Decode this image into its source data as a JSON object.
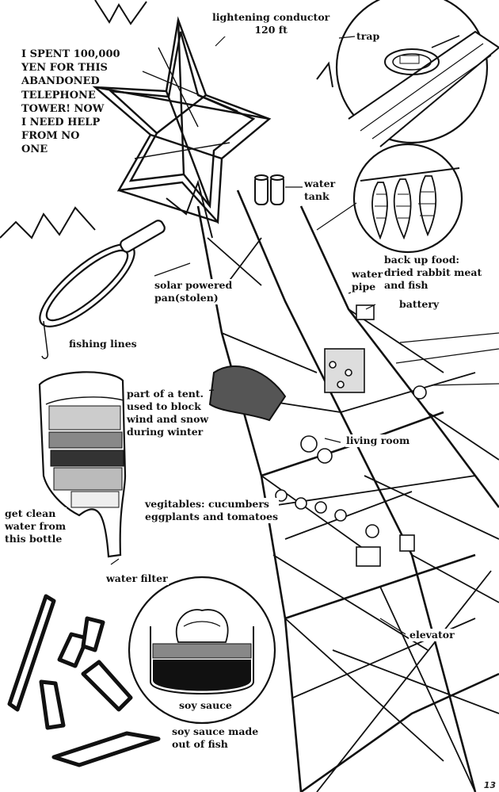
{
  "narration": "I SPENT 100,000\nYEN FOR THIS\nABANDONED\nTELEPHONE\nTOWER! NOW\nI NEED HELP\nFROM NO\nONE",
  "labels": {
    "lightening_conductor": "lightening conductor\n120 ft",
    "trap": "trap",
    "water_tank": "water\ntank",
    "backup_food": "back up food:\ndried rabbit meat\nand fish",
    "water_pipe": "water\npipe",
    "battery": "battery",
    "solar_pan": "solar powered\npan(stolen)",
    "fishing_lines": "fishing lines",
    "tent": "part of a tent.\nused to block\nwind and snow\nduring winter",
    "living_room": "living room",
    "vegetables": "vegitables: cucumbers\neggplants and tomatoes",
    "clean_water": "get clean\nwater from\nthis bottle",
    "water_filter": "water filter",
    "elevator": "elevator",
    "soy_sauce": "soy sauce",
    "soy_sauce_fish": "soy sauce made\nout of fish"
  },
  "page_number": "13"
}
